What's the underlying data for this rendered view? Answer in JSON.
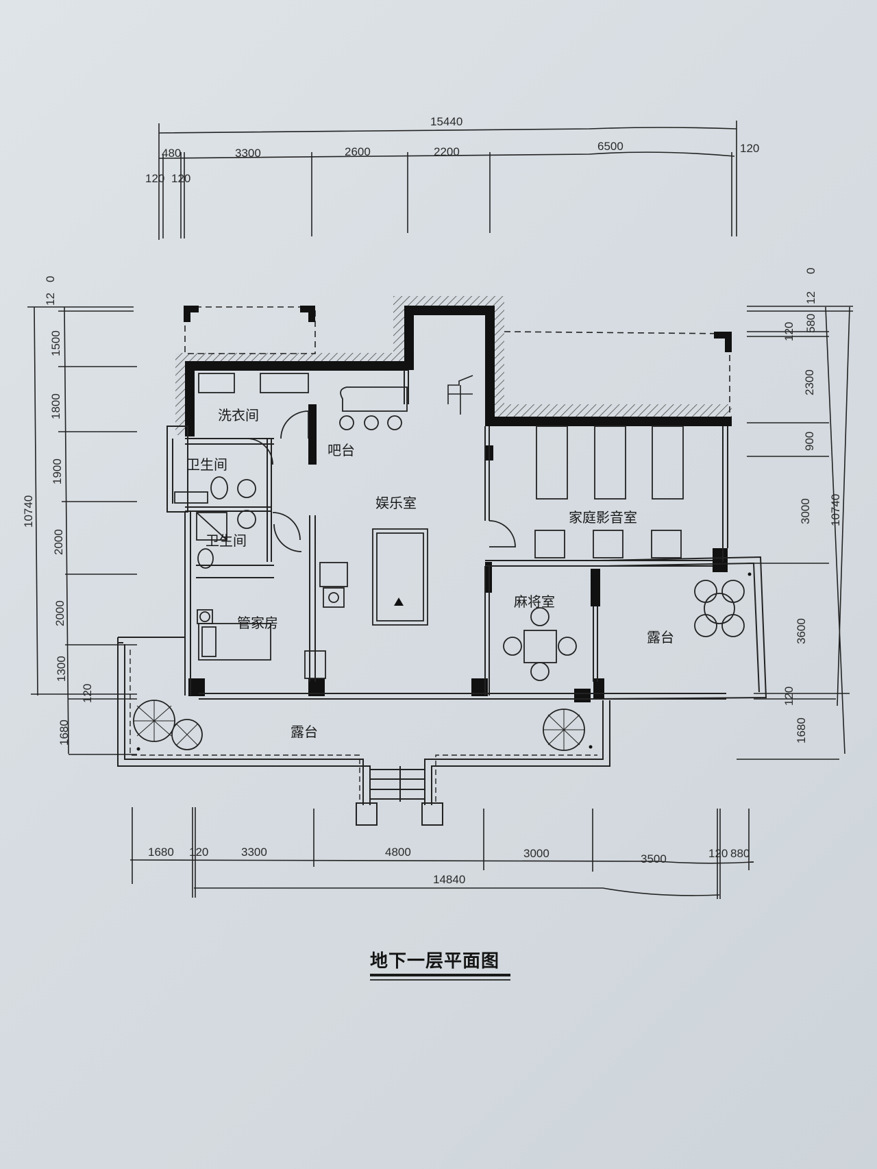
{
  "drawing": {
    "title": "地下一层平面图",
    "paper_color": "#d9dfe4",
    "ink_color": "#1a1a1a"
  },
  "rooms": {
    "laundry": "洗衣间",
    "bar": "吧台",
    "bathroom_1": "卫生间",
    "bathroom_2": "卫生间",
    "entertainment": "娱乐室",
    "home_theater": "家庭影音室",
    "mahjong": "麻将室",
    "terrace_east": "露台",
    "terrace_south": "露台",
    "butler_room": "管家房"
  },
  "dimensions": {
    "top": {
      "overall": "15440",
      "segments": [
        "480",
        "3300",
        "2600",
        "2200",
        "6500"
      ],
      "offsets": [
        "120",
        "120"
      ],
      "right_offset": "120"
    },
    "bottom": {
      "overall": "14840",
      "segments": [
        "1680",
        "120",
        "3300",
        "4800",
        "3000",
        "3500",
        "120",
        "880"
      ]
    },
    "left": {
      "overall": "10740",
      "top_labels": [
        "0",
        "12"
      ],
      "segments": [
        "1500",
        "1800",
        "1900",
        "2000",
        "2000",
        "1300",
        "120",
        "1680"
      ]
    },
    "right": {
      "overall": "10740",
      "top_labels": [
        "0",
        "12"
      ],
      "segments": [
        "580",
        "120",
        "2300",
        "900",
        "3000",
        "3600",
        "120",
        "1680"
      ]
    }
  }
}
